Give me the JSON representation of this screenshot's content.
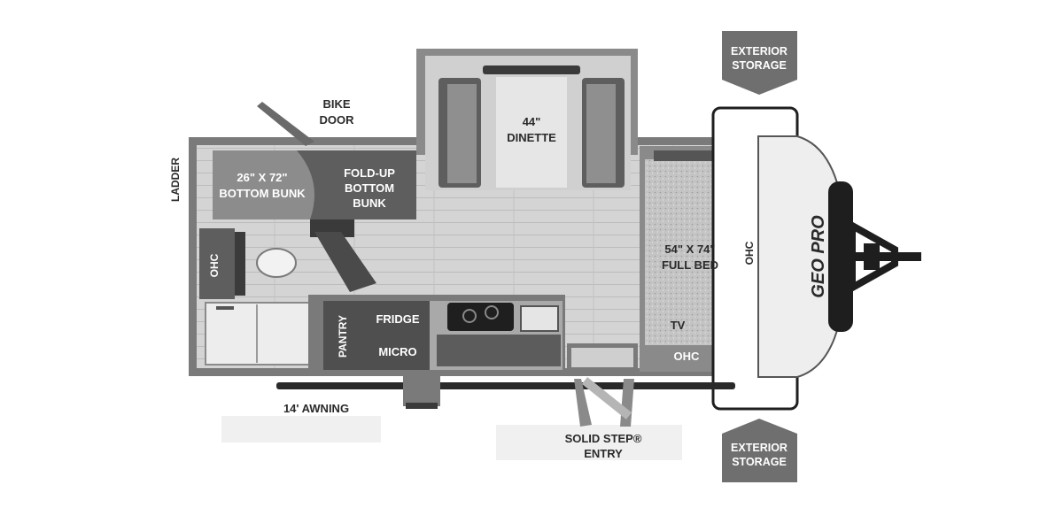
{
  "labels": {
    "exterior_storage_top": [
      "EXTERIOR",
      "STORAGE"
    ],
    "exterior_storage_bottom": [
      "EXTERIOR",
      "STORAGE"
    ],
    "bike_door": [
      "BIKE",
      "DOOR"
    ],
    "ladder": "LADDER",
    "bottom_bunk": [
      "26\" X 72\"",
      "BOTTOM BUNK"
    ],
    "fold_up_bunk": [
      "FOLD-UP",
      "BOTTOM",
      "BUNK"
    ],
    "dinette": [
      "44\"",
      "DINETTE"
    ],
    "ohc_bath": "OHC",
    "ohc_front": "OHC",
    "ohc_tv": "OHC",
    "full_bed": [
      "54\" X 74\"",
      "FULL BED"
    ],
    "tv": "TV",
    "pantry": "PANTRY",
    "fridge": "FRIDGE",
    "micro": "MICRO",
    "awning": "14' AWNING",
    "entry": [
      "SOLID STEP®",
      "ENTRY"
    ],
    "logo": "GEO PRO"
  },
  "colors": {
    "floor": "#cfcfcf",
    "wall": "#7a7a7a",
    "cabinet": "#5e5e5e",
    "dark": "#2b2b2b",
    "badge": "#6f6f6f",
    "bed": "#bdbdbd"
  }
}
